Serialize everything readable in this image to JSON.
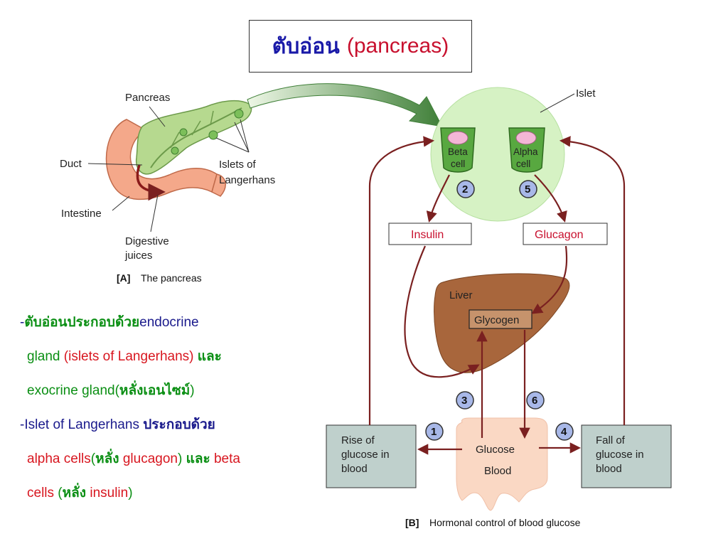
{
  "title": {
    "thai": "ตับอ่อน",
    "english": "(pancreas)"
  },
  "panel_a": {
    "labels": {
      "pancreas": "Pancreas",
      "duct": "Duct",
      "intestine": "Intestine",
      "islets_line1": "Islets of",
      "islets_line2": "Langerhans",
      "digestive_line1": "Digestive",
      "digestive_line2": "juices"
    },
    "caption_tag": "[A]",
    "caption_text": "The pancreas"
  },
  "panel_b": {
    "islet_label": "Islet",
    "beta_line1": "Beta",
    "beta_line2": "cell",
    "alpha_line1": "Alpha",
    "alpha_line2": "cell",
    "insulin": "Insulin",
    "glucagon": "Glucagon",
    "liver": "Liver",
    "glycogen": "Glycogen",
    "glucose": "Glucose",
    "blood": "Blood",
    "rise_line1": "Rise of",
    "rise_line2": "glucose in",
    "rise_line3": "blood",
    "fall_line1": "Fall of",
    "fall_line2": "glucose in",
    "fall_line3": "blood",
    "steps": [
      "1",
      "2",
      "3",
      "4",
      "5",
      "6"
    ],
    "caption_tag": "[B]",
    "caption_text": "Hormonal control of blood glucose"
  },
  "notes": {
    "line1": {
      "dash": "-",
      "thai": "ตับอ่อนประกอบด้วย",
      "en": "endocrine"
    },
    "line2": {
      "en": "gland ",
      "red": "(islets of Langerhans)",
      "thai": " และ"
    },
    "line3": {
      "en": "exocrine gland(",
      "thai": "หลั่งเอนไซม์",
      "close": ")"
    },
    "line4": {
      "en": "-Islet of Langerhans ",
      "thai": "ประกอบด้วย"
    },
    "line5": {
      "red1": "alpha cells",
      "open": "(",
      "thai1": "หลั่ง",
      "red2": " glucagon",
      "close": ")",
      "thai2": " และ ",
      "red3": "beta"
    },
    "line6": {
      "red1": "cells",
      "open": " (",
      "thai": "หลั่ง",
      "red2": " insulin",
      "close": ")"
    }
  },
  "colors": {
    "title_thai": "#1a1aa8",
    "title_english": "#c8102e",
    "islet_fill": "#d6f2c4",
    "cell_fill": "#58a840",
    "liver_fill": "#a8663c",
    "blood_fill": "#fad8c4",
    "box_fill": "#bfd0cc",
    "pancreas_fill": "#b6d98f",
    "intestine_fill": "#f4a88a",
    "arrow_dark": "#7a2020",
    "thai_green": "#0b8f14",
    "highlight_red": "#d8161f"
  }
}
